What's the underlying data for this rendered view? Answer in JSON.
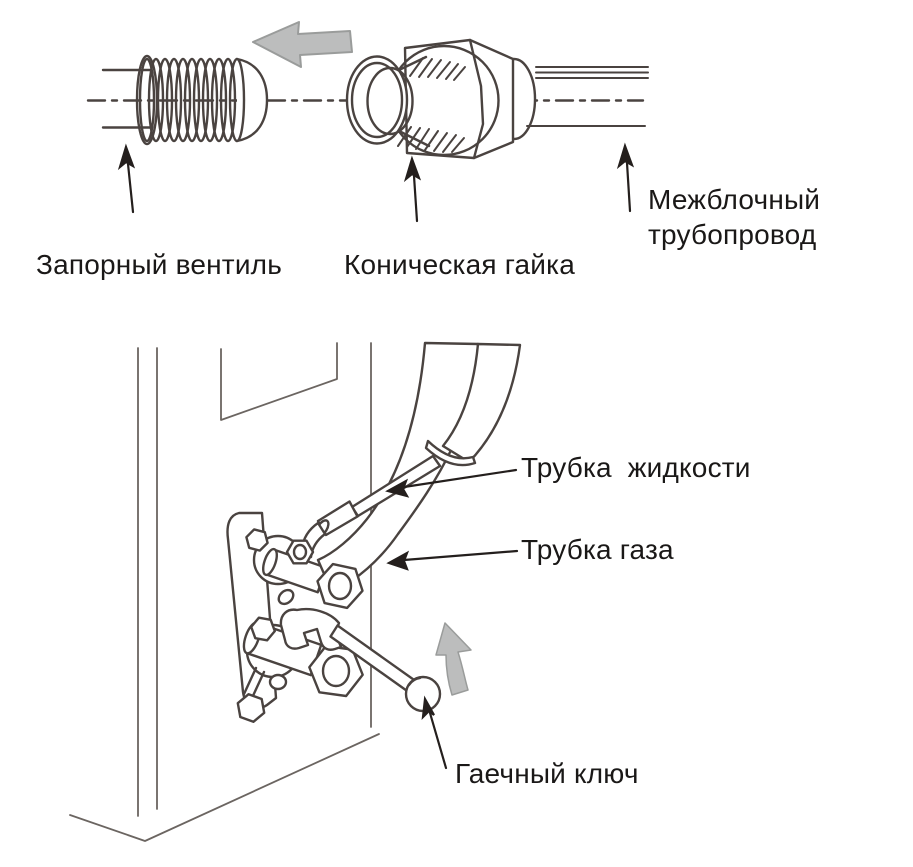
{
  "palette": {
    "drawing_line": "#4a4340",
    "unit_line": "#6b6561",
    "leader_line": "#241f1d",
    "text": "#1a1817",
    "gray_arrow_fill": "#bcbdbd",
    "gray_arrow_edge": "#9a9c9b"
  },
  "top_diagram": {
    "labels": {
      "shutoff_valve": "Запорный вентиль",
      "flare_nut": "Коническая гайка",
      "interunit_piping": "Межблочный\nтрубопровод"
    }
  },
  "bottom_diagram": {
    "labels": {
      "liquid_pipe": "Трубка  жидкости",
      "gas_pipe": "Трубка газа",
      "wrench": "Гаечный ключ"
    }
  }
}
